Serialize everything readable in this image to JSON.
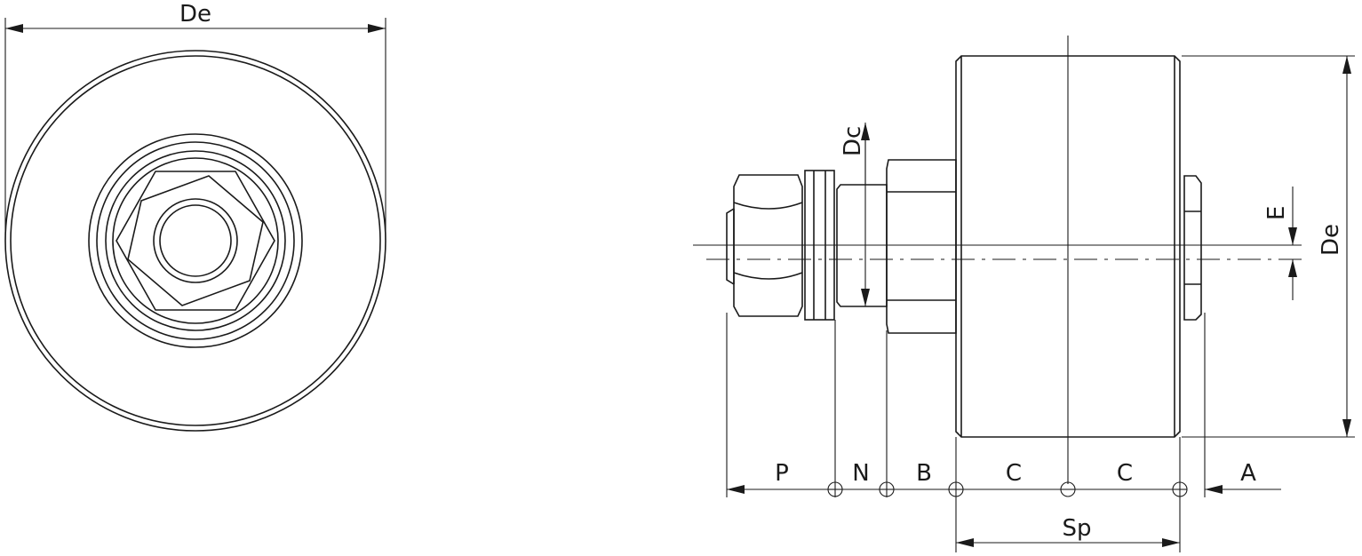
{
  "front_view": {
    "label_de": "De"
  },
  "side_view": {
    "label_dc": "Dc",
    "label_e": "E",
    "label_de": "De",
    "label_p": "P",
    "label_n": "N",
    "label_b": "B",
    "label_c1": "C",
    "label_c2": "C",
    "label_a": "A",
    "label_sp": "Sp"
  }
}
